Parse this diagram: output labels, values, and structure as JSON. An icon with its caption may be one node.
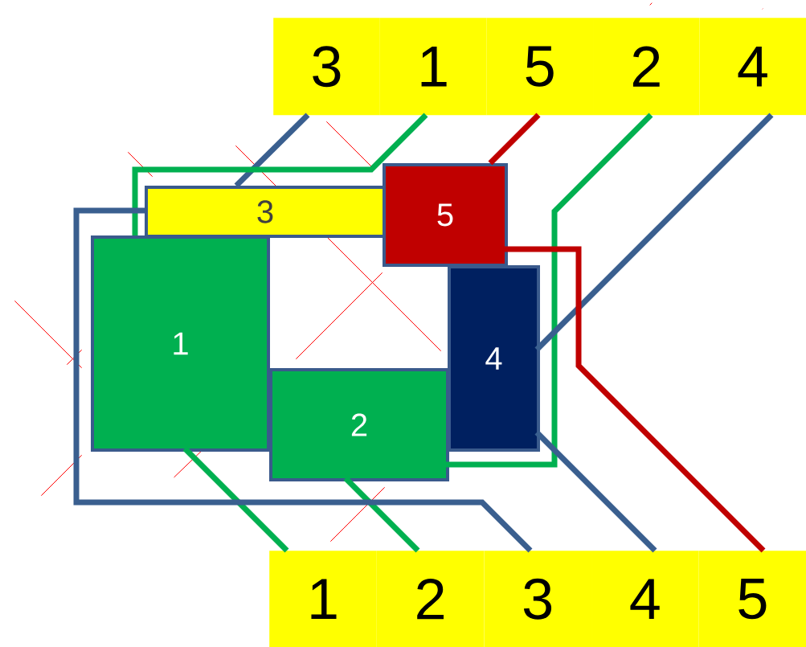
{
  "diagram": {
    "nodes": [
      {
        "text": [
          "3"
        ]
      },
      {
        "text": [
          "1"
        ]
      },
      {
        "text": [
          "5"
        ]
      },
      {
        "text": [
          "2"
        ]
      },
      {
        "text": [
          "4"
        ]
      },
      {
        "text": [
          "1"
        ]
      },
      {
        "text": [
          "2"
        ]
      },
      {
        "text": [
          "3"
        ]
      },
      {
        "text": [
          "4"
        ]
      },
      {
        "text": [
          "5"
        ]
      },
      {
        "text": [
          "3"
        ]
      },
      {
        "text": [
          "5"
        ]
      },
      {
        "text": [
          "1"
        ]
      },
      {
        "text": [
          "4"
        ]
      },
      {
        "text": [
          "2"
        ]
      }
    ],
    "edges": [
      {
        "from": 0,
        "to": 10,
        "arrow": "none",
        "color": "#3a5f8f"
      },
      {
        "from": 1,
        "to": 12,
        "arrow": "none",
        "color": "#00b050"
      },
      {
        "from": 2,
        "to": 11,
        "arrow": "none",
        "color": "#c00000"
      },
      {
        "from": 3,
        "to": 14,
        "arrow": "none",
        "color": "#00b050"
      },
      {
        "from": 4,
        "to": 13,
        "arrow": "none",
        "color": "#3a5f8f"
      },
      {
        "from": 12,
        "to": 5,
        "arrow": "none",
        "color": "#00b050"
      },
      {
        "from": 14,
        "to": 6,
        "arrow": "none",
        "color": "#00b050"
      },
      {
        "from": 10,
        "to": 7,
        "arrow": "none",
        "color": "#3a5f8f"
      },
      {
        "from": 13,
        "to": 8,
        "arrow": "none",
        "color": "#3a5f8f"
      },
      {
        "from": 11,
        "to": 9,
        "arrow": "none",
        "color": "#c00000"
      }
    ]
  }
}
